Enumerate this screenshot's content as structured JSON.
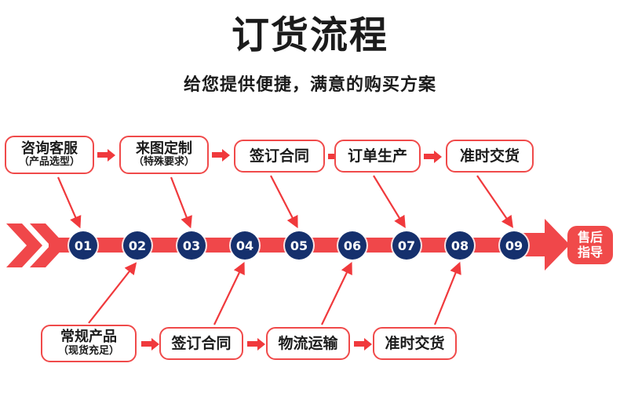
{
  "header": {
    "title": "订货流程",
    "subtitle": "给您提供便捷，满意的购买方案"
  },
  "colors": {
    "red": "#f04a4a",
    "arrow_red": "#f0393c",
    "navy": "#15306d",
    "text": "#1b1b1b",
    "background": "#ffffff"
  },
  "top_steps": [
    {
      "line1": "咨询客服",
      "line2": "（产品选型）"
    },
    {
      "line1": "来图定制",
      "line2": "（特殊要求）"
    },
    {
      "line1": "签订合同",
      "line2": ""
    },
    {
      "line1": "订单生产",
      "line2": ""
    },
    {
      "line1": "准时交货",
      "line2": ""
    }
  ],
  "bottom_steps": [
    {
      "line1": "常规产品",
      "line2": "（现货充足）"
    },
    {
      "line1": "签订合同",
      "line2": ""
    },
    {
      "line1": "物流运输",
      "line2": ""
    },
    {
      "line1": "准时交货",
      "line2": ""
    }
  ],
  "timeline": {
    "nodes": [
      "01",
      "02",
      "03",
      "04",
      "05",
      "06",
      "07",
      "08",
      "09"
    ],
    "end_badge": {
      "line1": "售后",
      "line2": "指导"
    }
  }
}
